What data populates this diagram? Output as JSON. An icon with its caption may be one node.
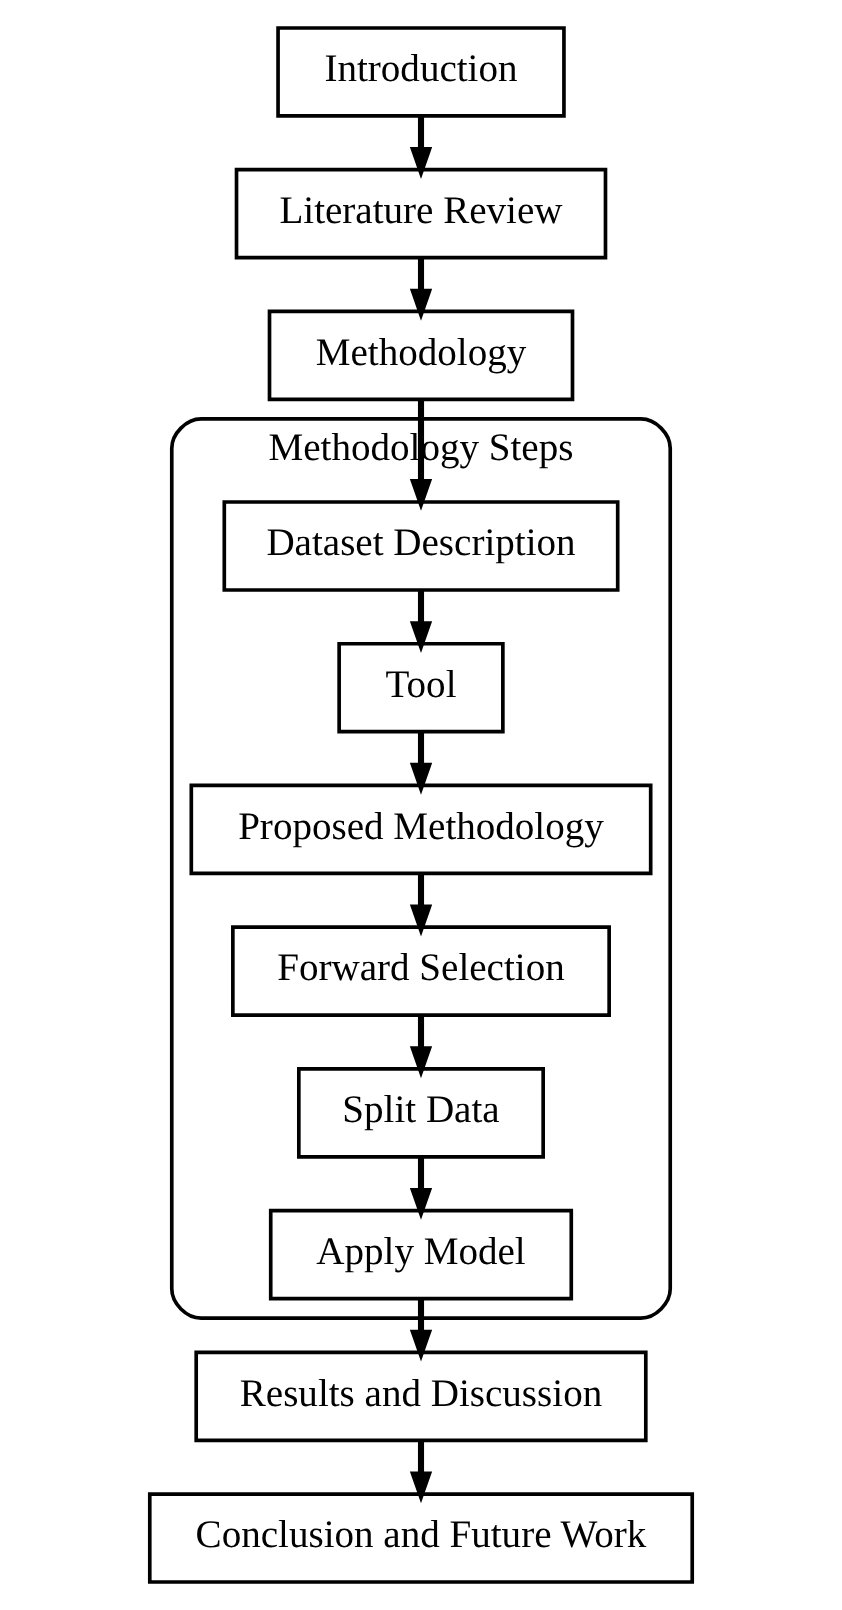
{
  "diagram": {
    "nodes": [
      {
        "text": [
          "Introduction"
        ]
      },
      {
        "text": [
          "Literature Review"
        ]
      },
      {
        "text": [
          "Methodology"
        ]
      },
      {
        "text": [
          "Methodology Steps"
        ]
      },
      {
        "text": [
          "Dataset Description"
        ],
        "in": 3
      },
      {
        "text": [
          "Tool"
        ],
        "in": 3
      },
      {
        "text": [
          "Proposed Methodology"
        ],
        "in": 3
      },
      {
        "text": [
          "Forward Selection"
        ],
        "in": 3
      },
      {
        "text": [
          "Split Data"
        ],
        "in": 3
      },
      {
        "text": [
          "Apply Model"
        ],
        "in": 3
      },
      {
        "text": [
          "Results and Discussion"
        ]
      },
      {
        "text": [
          "Conclusion and Future Work"
        ]
      }
    ],
    "edges": [
      {
        "from": 0,
        "to": 1,
        "arrow": "to"
      },
      {
        "from": 1,
        "to": 2,
        "arrow": "to"
      },
      {
        "from": 2,
        "to": 4,
        "arrow": "to"
      },
      {
        "from": 4,
        "to": 5,
        "arrow": "to"
      },
      {
        "from": 5,
        "to": 6,
        "arrow": "to"
      },
      {
        "from": 6,
        "to": 7,
        "arrow": "to"
      },
      {
        "from": 7,
        "to": 8,
        "arrow": "to"
      },
      {
        "from": 8,
        "to": 9,
        "arrow": "to"
      },
      {
        "from": 9,
        "to": 10,
        "arrow": "to"
      },
      {
        "from": 10,
        "to": 11,
        "arrow": "to"
      }
    ]
  }
}
